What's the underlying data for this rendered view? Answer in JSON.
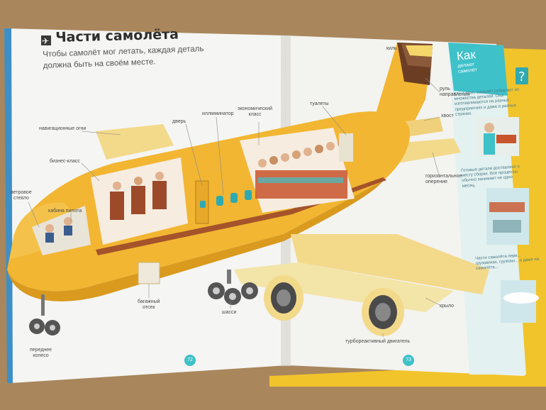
{
  "book": {
    "title": "Части самолёта",
    "subtitle": "Чтобы самолёт мог летать, каждая деталь должна быть на своём месте.",
    "page_left": "72",
    "page_right": "73"
  },
  "labels": {
    "navigation_lights": "навигационные огни",
    "business_class": "бизнес-класс",
    "door": "дверь",
    "window": "иллюминатор",
    "economy_class_1": "экономический",
    "economy_class_2": "класс",
    "toilets": "туалеты",
    "keel": "киль",
    "rudder_1": "руль",
    "rudder_2": "направления",
    "fin": "хвост",
    "windshield_1": "ветровое",
    "windshield_2": "стекло",
    "cockpit": "кабина пилота",
    "stabilizer_1": "горизонтальное",
    "stabilizer_2": "оперение",
    "cargo_1": "багажный",
    "cargo_2": "отсек",
    "landing_gear": "шасси",
    "front_wheel_1": "переднее",
    "front_wheel_2": "колесо",
    "engine": "турбореактивный двигатель",
    "wing": "крыло"
  },
  "sidebar": {
    "title": "Как",
    "subtitle": "делают самолёт",
    "text_1": "Как и пазл, самолёт собирают из множества деталей. Они изготавливаются на разных предприятиях и даже в разных странах.",
    "text_2": "Готовые детали доставляют к месту сборки. Все процессы обычно занимает не одно месяц.",
    "text_3": "Части самолёта пере... грузовиках, грузовы... и даже на самолёта..."
  },
  "colors": {
    "fuselage": "#f2b632",
    "fuselage_shadow": "#d99a1e",
    "wing": "#f3d98a",
    "teal": "#3ec1c9",
    "page": "#f4f4f1",
    "table": "#a9865c"
  }
}
